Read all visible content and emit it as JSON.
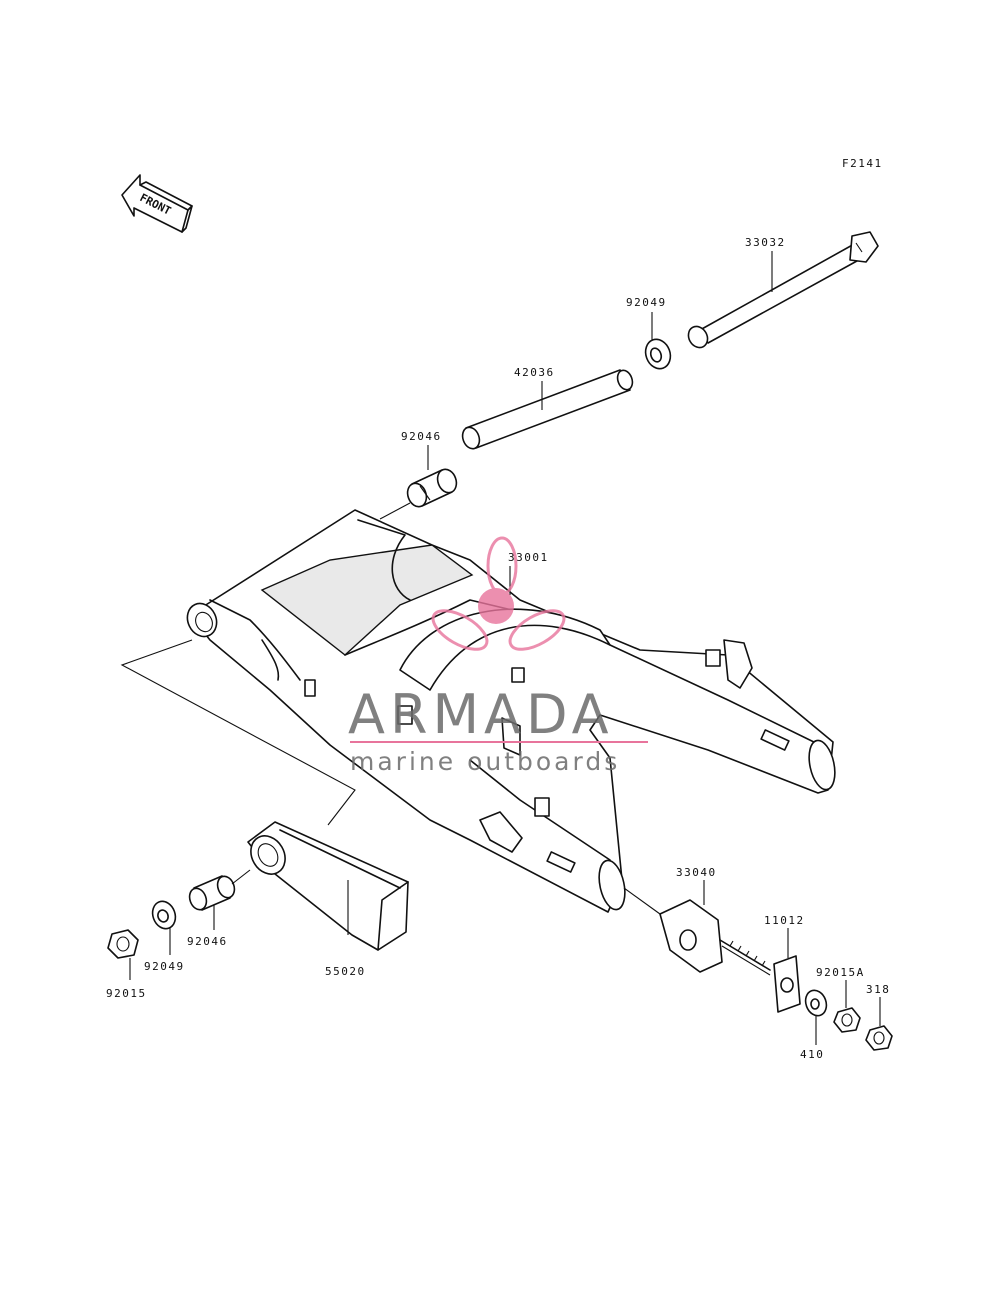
{
  "diagram_code": "F2141",
  "front_label": "FRONT",
  "watermark": {
    "brand": "ARMADA",
    "tagline": "marine outboards",
    "accent_color": "#e8749c",
    "text_color": "#6b6b6b"
  },
  "parts": {
    "p33032": "33032",
    "p92049_top": "92049",
    "p42036": "42036",
    "p92046_top": "92046",
    "p33001": "33001",
    "p33040": "33040",
    "p11012": "11012",
    "p92015A": "92015A",
    "p318": "318",
    "p410": "410",
    "p92046_bottom": "92046",
    "p55020": "55020",
    "p92049_bottom": "92049",
    "p92015": "92015"
  }
}
